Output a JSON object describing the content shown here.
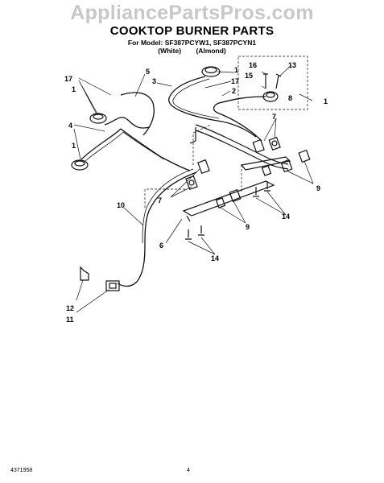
{
  "watermark": "AppliancePartsPros.com",
  "header": {
    "title": "COOKTOP BURNER PARTS",
    "model_line": "For Model: SF387PCYW1, SF387PCYN1",
    "color_white": "(White)",
    "color_almond": "(Almond)"
  },
  "callouts": {
    "c1a": "1",
    "c1b": "1",
    "c1c": "1",
    "c1d": "1",
    "c2": "2",
    "c3": "3",
    "c4": "4",
    "c5": "5",
    "c6": "6",
    "c7a": "7",
    "c7b": "7",
    "c8": "8",
    "c9a": "9",
    "c9b": "9",
    "c10": "10",
    "c11": "11",
    "c12": "12",
    "c13": "13",
    "c14a": "14",
    "c14b": "14",
    "c15": "15",
    "c16": "16",
    "c17a": "17",
    "c17b": "17"
  },
  "footer": {
    "doc_code": "4371958",
    "page_number": "4"
  }
}
